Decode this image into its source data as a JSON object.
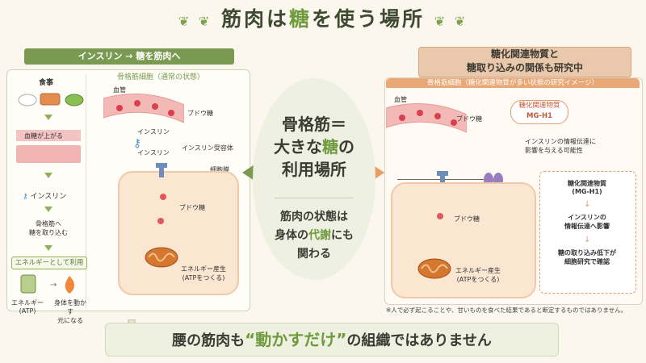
{
  "title": {
    "pre": "筋肉は",
    "hl": "糖",
    "post": "を使う場所"
  },
  "left": {
    "banner": "インスリン → 糖を筋肉へ",
    "panel_title": "骨格筋細胞（通常の状態）",
    "flow": [
      "食事",
      "血糖が上がる",
      "インスリン",
      "骨格筋へ",
      "糖を取り込む",
      "エネルギーとして利用"
    ],
    "energy_label_1": "エネルギー",
    "energy_label_2": "(ATP)",
    "move_label_1": "身体を動かす",
    "move_label_2": "元になる",
    "diagram": {
      "vessel": "血管",
      "glucose": "ブドウ糖",
      "insulin1": "インスリン",
      "insulin2": "インスリン",
      "receptor": "インスリン受容体",
      "membrane": "細胞膜",
      "glucose_in": "ブドウ糖",
      "energy1": "エネルギー産生",
      "energy2": "(ATPをつくる)"
    }
  },
  "center": {
    "line1": "骨格筋＝",
    "line2_pre": "大きな",
    "line2_hl": "糖",
    "line2_post": "の",
    "line3": "利用場所",
    "sub1": "筋肉の状態は",
    "sub2_pre": "身体の",
    "sub2_hl": "代謝",
    "sub2_post": "にも",
    "sub3": "関わる"
  },
  "right": {
    "banner1": "糖化関連物質と",
    "banner2": "糖取り込みの関係も研究中",
    "panel_title": "骨格筋細胞（糖化関連物質が多い状態の研究イメージ）",
    "vessel": "血管",
    "glucose": "ブドウ糖",
    "mg_title": "糖化関連物質",
    "mg_name": "MG-H1",
    "influence1": "インスリンの情報伝達に",
    "influence2": "影響を与える可能性",
    "glucose_in": "ブドウ糖",
    "energy1": "エネルギー産生",
    "energy2": "(ATPをつくる)",
    "box": [
      "糖化関連物質",
      "(MG-H1)",
      "インスリンの",
      "情報伝達へ影響",
      "糖の取り込み低下が",
      "細胞研究で確認"
    ]
  },
  "note": "※人で必ず起こることや、甘いものを食べた結果であると断定するものではありません。",
  "bottom": {
    "pre": "腰の筋肉も",
    "hl": "“動かすだけ”",
    "post": "の組織ではありません"
  }
}
